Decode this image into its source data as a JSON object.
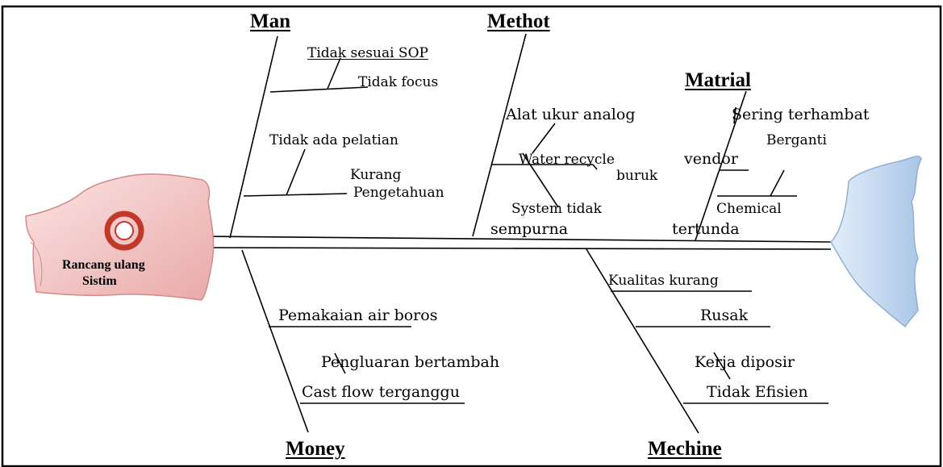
{
  "categories": {
    "man": "Man",
    "methot": "Methot",
    "matrial": "Matrial",
    "money": "Money",
    "mechine": "Mechine"
  },
  "head": {
    "line1": "Rancang ulang",
    "line2": "Sistim"
  },
  "causes": {
    "man": {
      "c1": "Tidak sesuai SOP",
      "c2": "Tidak focus",
      "c3": "Tidak ada pelatian",
      "c4a": "Kurang",
      "c4b": "Pengetahuan"
    },
    "methot": {
      "c1": "Alat ukur analog",
      "c2a": "Water recycle",
      "c2b": "buruk",
      "c3a": "System tidak",
      "c3b": "sempurna"
    },
    "matrial": {
      "c1": "Sering terhambat",
      "c2a": "Berganti",
      "c2b": "vendor",
      "c3a": "Chemical",
      "c3b": "tertunda"
    },
    "money": {
      "c1": "Pemakaian air boros",
      "c2": "Pengluaran bertambah",
      "c3": "Cast flow terganggu"
    },
    "mechine": {
      "c1": "Kualitas kurang",
      "c2": "Rusak",
      "c3": "Kerja diposir",
      "c4": "Tidak Efisien"
    }
  },
  "colors": {
    "head_fill": "#f3c7c7",
    "head_edge": "#d58a8a",
    "ring": "#c0392b",
    "tail_fill": "#cfe0f1",
    "tail_edge": "#8fb0d2",
    "line": "#000000"
  }
}
